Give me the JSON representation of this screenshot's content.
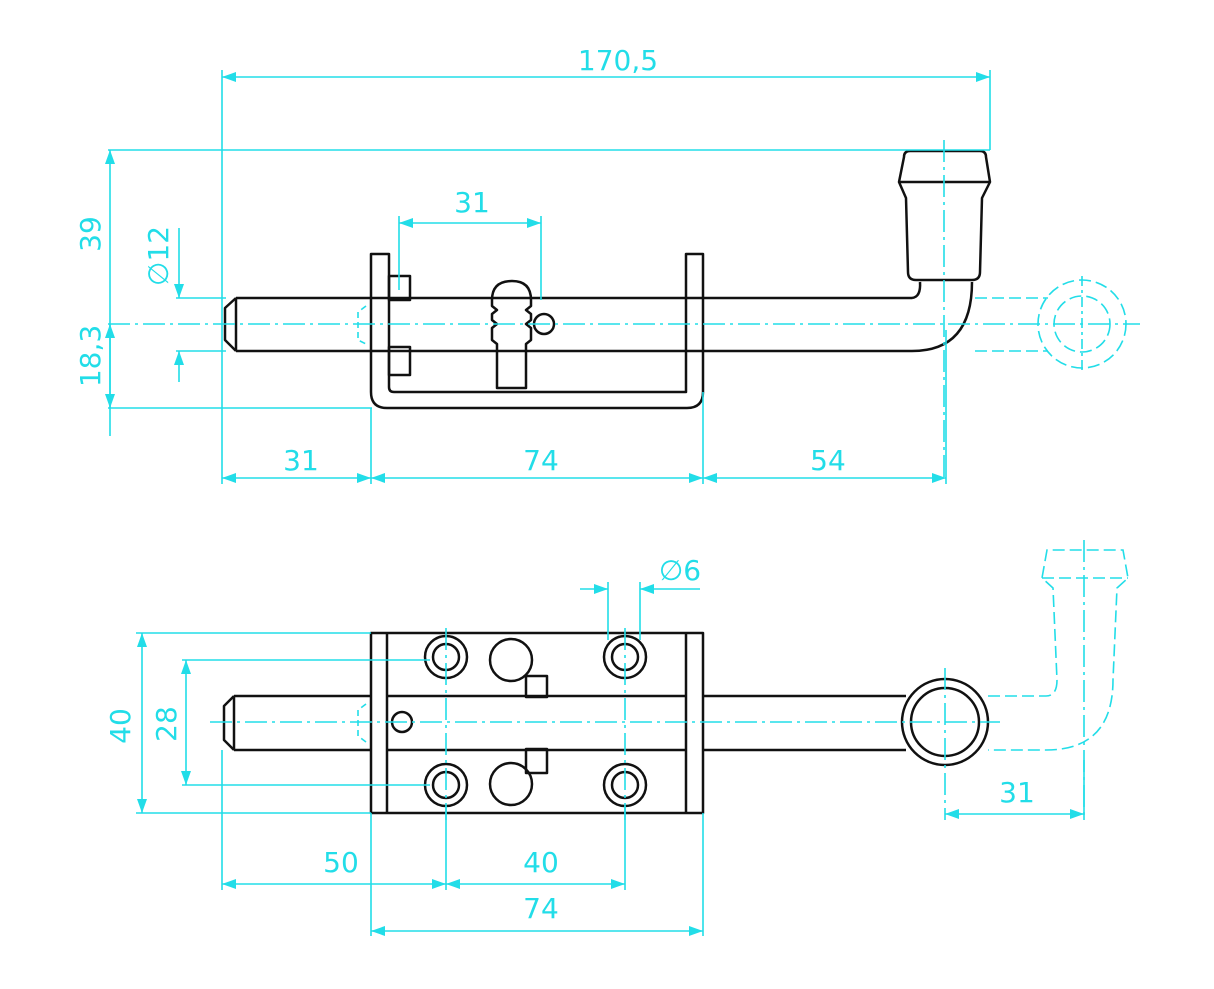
{
  "colors": {
    "dimension": "#22dde8",
    "part": "#111111",
    "background": "#ffffff"
  },
  "top_view": {
    "dim_total_length": "170,5",
    "dim_height": "39",
    "dim_pin_diameter": "∅12",
    "dim_axis_height": "18,3",
    "dim_knob_spacing": "31",
    "dim_left": "31",
    "dim_bracket": "74",
    "dim_right": "54"
  },
  "bottom_view": {
    "dim_hole_diameter": "∅6",
    "dim_outer_height": "40",
    "dim_hole_spacing_v": "28",
    "dim_left": "50",
    "dim_hole_spacing_h": "40",
    "dim_base_length": "74",
    "dim_handle_offset": "31"
  }
}
